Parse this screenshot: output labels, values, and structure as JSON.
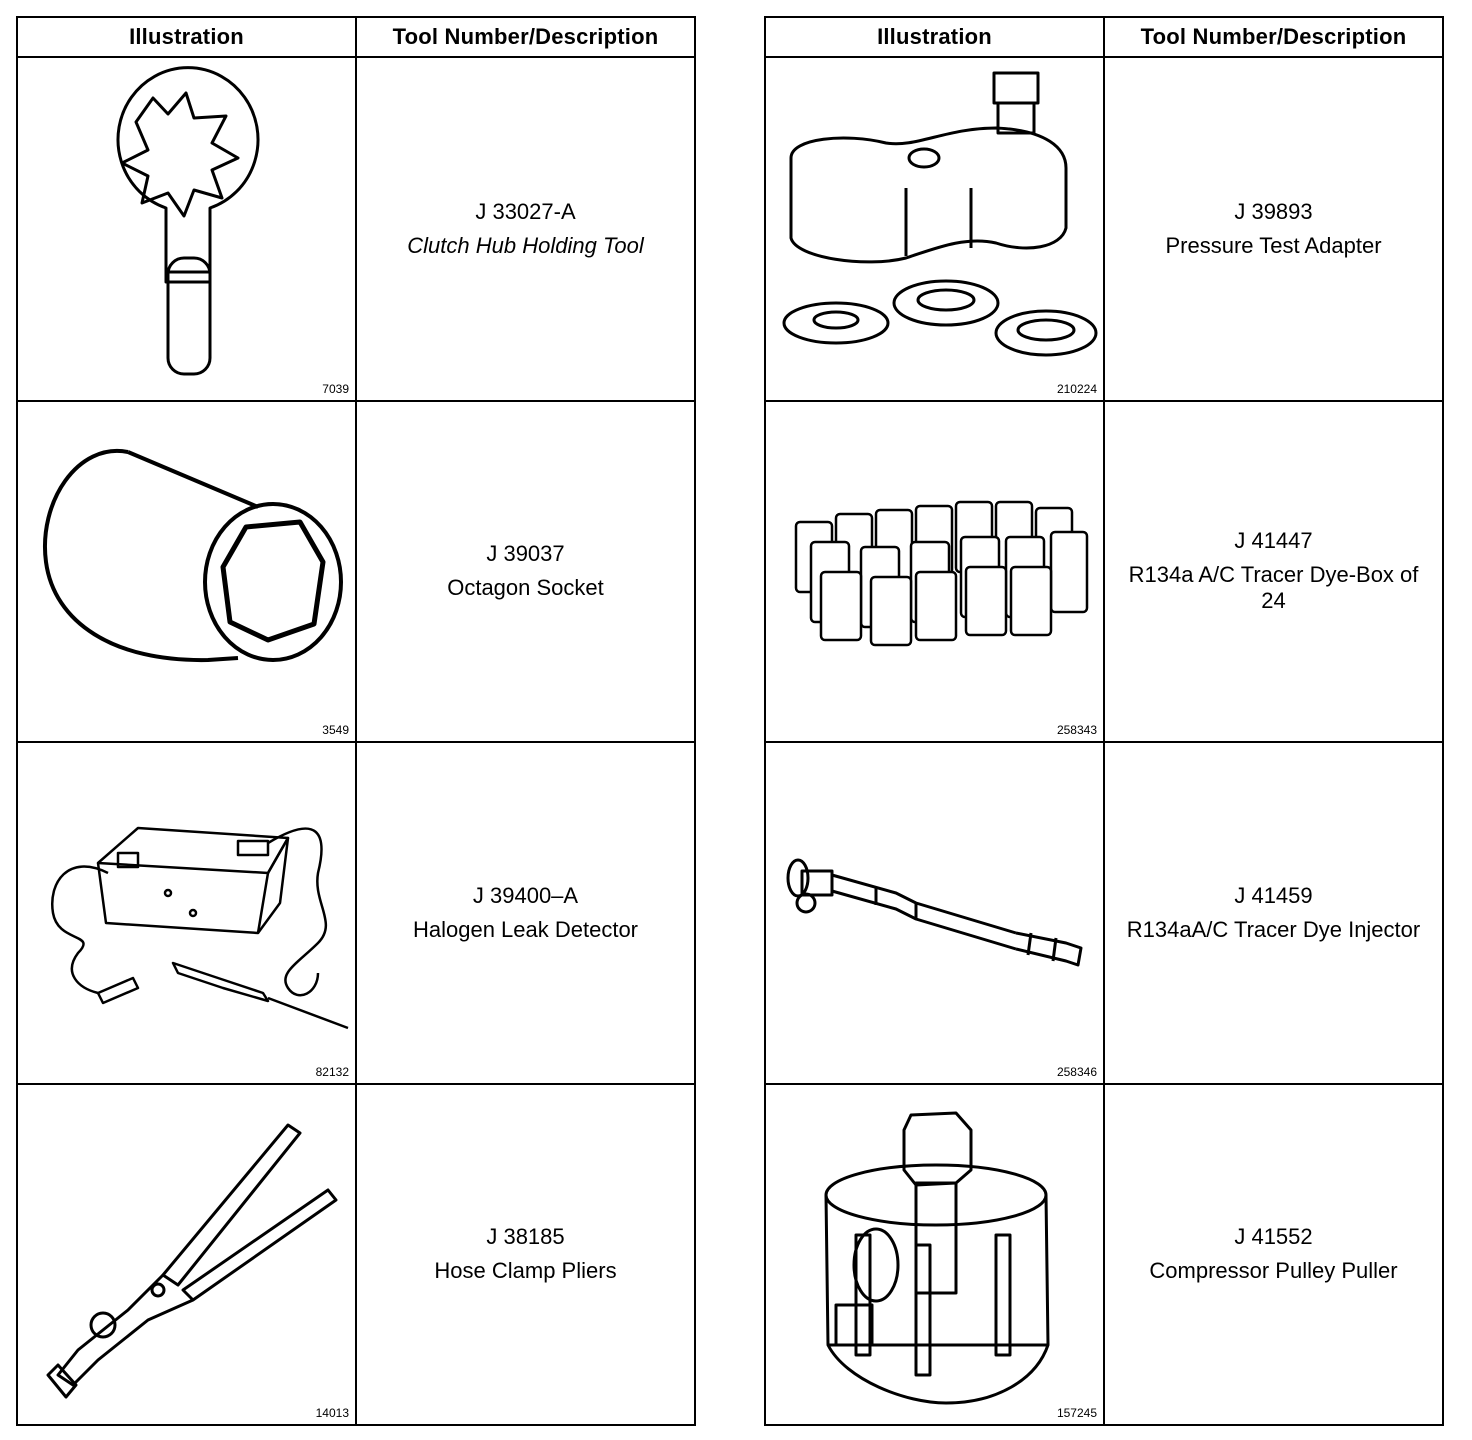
{
  "columns": {
    "illustration": "Illustration",
    "tool": "Tool Number/Description"
  },
  "left": [
    {
      "number": "J 33027-A",
      "description": "Clutch Hub Holding Tool",
      "figure": "7039",
      "icon": "clutch-hub-holding-tool-icon"
    },
    {
      "number": "J 39037",
      "description": "Octagon Socket",
      "figure": "3549",
      "icon": "octagon-socket-icon"
    },
    {
      "number": "J 39400–A",
      "description": "Halogen Leak Detector",
      "figure": "82132",
      "icon": "halogen-leak-detector-icon"
    },
    {
      "number": "J 38185",
      "description": "Hose Clamp Pliers",
      "figure": "14013",
      "icon": "hose-clamp-pliers-icon"
    }
  ],
  "right": [
    {
      "number": "J 39893",
      "description": "Pressure Test Adapter",
      "figure": "210224",
      "icon": "pressure-test-adapter-icon"
    },
    {
      "number": "J 41447",
      "description": "R134a A/C Tracer Dye-Box of 24",
      "figure": "258343",
      "icon": "tracer-dye-box-icon"
    },
    {
      "number": "J 41459",
      "description": "R134aA/C Tracer Dye Injector",
      "figure": "258346",
      "icon": "tracer-dye-injector-icon"
    },
    {
      "number": "J 41552",
      "description": "Compressor Pulley Puller",
      "figure": "157245",
      "icon": "compressor-pulley-puller-icon"
    }
  ]
}
